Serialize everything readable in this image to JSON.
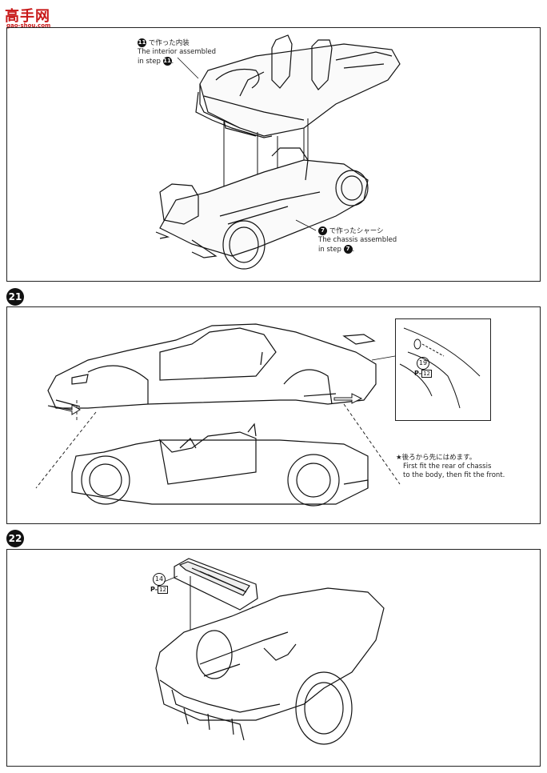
{
  "logo": {
    "text": "高手网",
    "url": "gao-shou.com"
  },
  "steps": [
    {
      "number": "21",
      "note": {
        "jp": "★後ろから先にはめます。",
        "en_line1": "First fit the rear of chassis",
        "en_line2": "to the body, then fit the front."
      },
      "part": {
        "number": "19",
        "ref_letter": "P",
        "ref_num": "12"
      }
    },
    {
      "number": "22",
      "part": {
        "number": "14",
        "ref_letter": "P",
        "ref_num": "12"
      }
    }
  ],
  "top_panel": {
    "interior_label": {
      "badge": "11",
      "jp": "で作った内装",
      "en_line1": "The interior assembled",
      "en_line2_prefix": "in step",
      "en_badge": "11",
      "suffix": "."
    },
    "chassis_label": {
      "badge": "7",
      "jp": "で作ったシャーシ",
      "en_line1": "The chassis assembled",
      "en_line2_prefix": "in step",
      "en_badge": "7",
      "suffix": "."
    }
  }
}
